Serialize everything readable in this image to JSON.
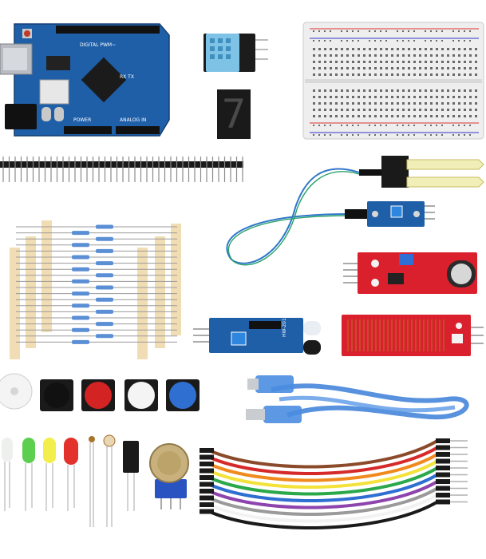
{
  "board": {
    "label_digital": "DIGITAL PWM~",
    "label_power": "POWER",
    "label_analog": "ANALOG IN",
    "label_rxtx": "RX TX"
  },
  "digit_display": {
    "digit": "7"
  },
  "ir_sensor": {
    "label": "HW-201"
  },
  "colors": {
    "pcb_blue": "#1f5fa8",
    "pcb_red": "#d9202c",
    "breadboard": "#eeeeee",
    "usb_cable": "#3b7fd9",
    "header_black": "#1a1a1a"
  },
  "items": [
    "arduino-uno-board",
    "dht11-sensor",
    "seven-segment-display",
    "breadboard",
    "pin-header-strip",
    "soil-moisture-probe",
    "moisture-sensor-module",
    "resistor-set",
    "sound-sensor-module",
    "ir-obstacle-sensor",
    "water-level-sensor",
    "buzzer",
    "push-buttons",
    "usb-cable",
    "leds",
    "photoresistor",
    "tilt-switch",
    "potentiometer",
    "jumper-wires"
  ]
}
